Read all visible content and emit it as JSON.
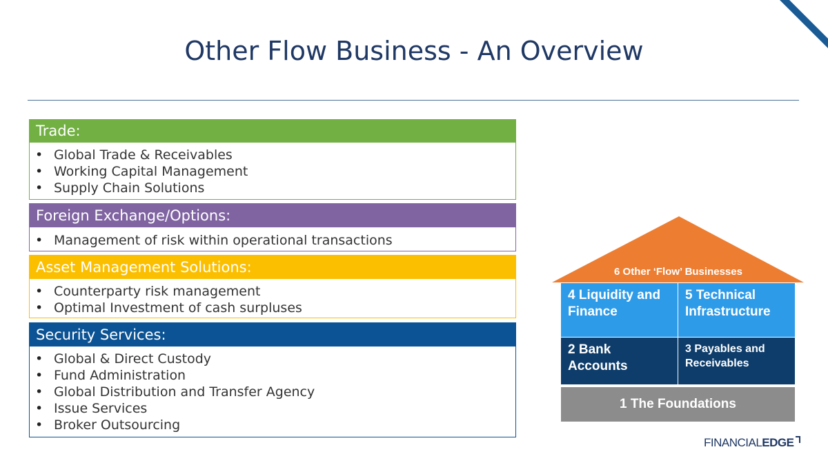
{
  "slide": {
    "title": "Other Flow Business - An Overview"
  },
  "sections": [
    {
      "heading": "Trade:",
      "color": "#72b043",
      "items": [
        "Global Trade & Receivables",
        "Working Capital Management",
        "Supply Chain Solutions"
      ]
    },
    {
      "heading": "Foreign Exchange/Options:",
      "color": "#8064a2",
      "items": [
        "Management of risk within operational transactions"
      ]
    },
    {
      "heading": "Asset Management Solutions:",
      "color": "#fbbf00",
      "items": [
        "Counterparty risk management",
        "Optimal Investment of cash surpluses"
      ]
    },
    {
      "heading": "Security Services:",
      "color": "#0b5394",
      "items": [
        "Global & Direct Custody",
        "Fund Administration",
        "Global Distribution and Transfer Agency",
        "Issue Services",
        "Broker Outsourcing"
      ]
    }
  ],
  "house": {
    "roof": "6 Other ‘Flow’ Businesses",
    "pillar_4": "4 Liquidity and Finance",
    "pillar_5": "5 Technical Infrastructure",
    "pillar_2": "2 Bank Accounts",
    "pillar_3": "3 Payables and Receivables",
    "foundation": "1 The Foundations",
    "colors": {
      "roof": "#ed7d31",
      "upper": "#2e9be8",
      "lower": "#0e3d6b",
      "foundation": "#8c8c8c"
    }
  },
  "logo": {
    "part1": "FINANCIAL",
    "part2": "EDGE"
  }
}
